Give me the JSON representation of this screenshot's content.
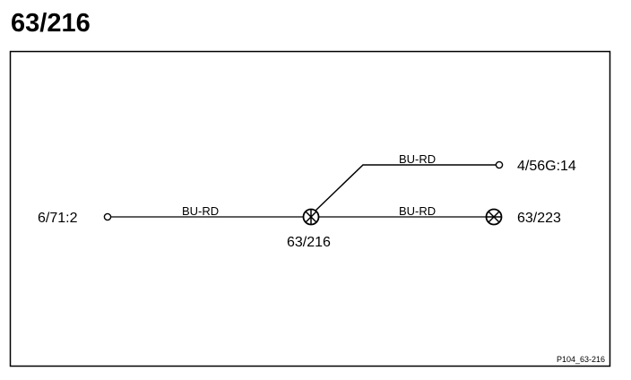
{
  "page": {
    "title": "63/216"
  },
  "diagram": {
    "connectors": {
      "left": "6/71:2",
      "top_right": "4/56G:14",
      "right": "63/223",
      "center": "63/216"
    },
    "wires": {
      "left_to_center": "BU-RD",
      "center_to_top_right": "BU-RD",
      "center_to_right": "BU-RD"
    },
    "reference": "P104_63-216"
  },
  "colors": {
    "line": "#000000",
    "background": "#ffffff"
  }
}
